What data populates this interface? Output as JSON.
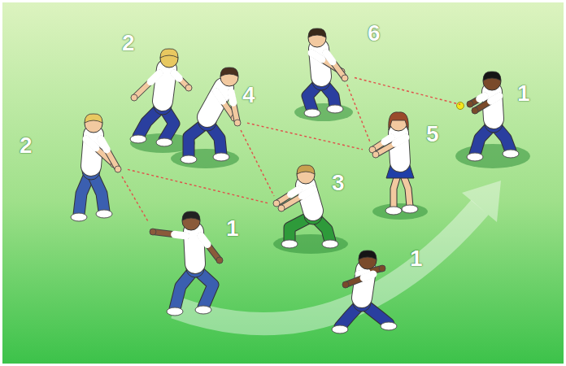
{
  "diagram": {
    "nodes": [
      {
        "text": [
          "2"
        ]
      },
      {
        "text": [
          "4"
        ]
      },
      {
        "text": [
          "6"
        ]
      },
      {
        "text": [
          "1"
        ]
      },
      {
        "text": [
          "2"
        ]
      },
      {
        "text": [
          "5"
        ]
      },
      {
        "text": [
          "3"
        ]
      },
      {
        "text": [
          "1"
        ]
      },
      {
        "text": [
          "1"
        ]
      }
    ],
    "edges": [
      {
        "from": 4,
        "to": 6,
        "arrow": "none"
      },
      {
        "from": 4,
        "to": 7,
        "arrow": "none"
      },
      {
        "from": 1,
        "to": 6,
        "arrow": "none"
      },
      {
        "from": 1,
        "to": 5,
        "arrow": "none"
      },
      {
        "from": 2,
        "to": 5,
        "arrow": "none"
      },
      {
        "from": 2,
        "to": 3,
        "arrow": "none"
      }
    ]
  }
}
